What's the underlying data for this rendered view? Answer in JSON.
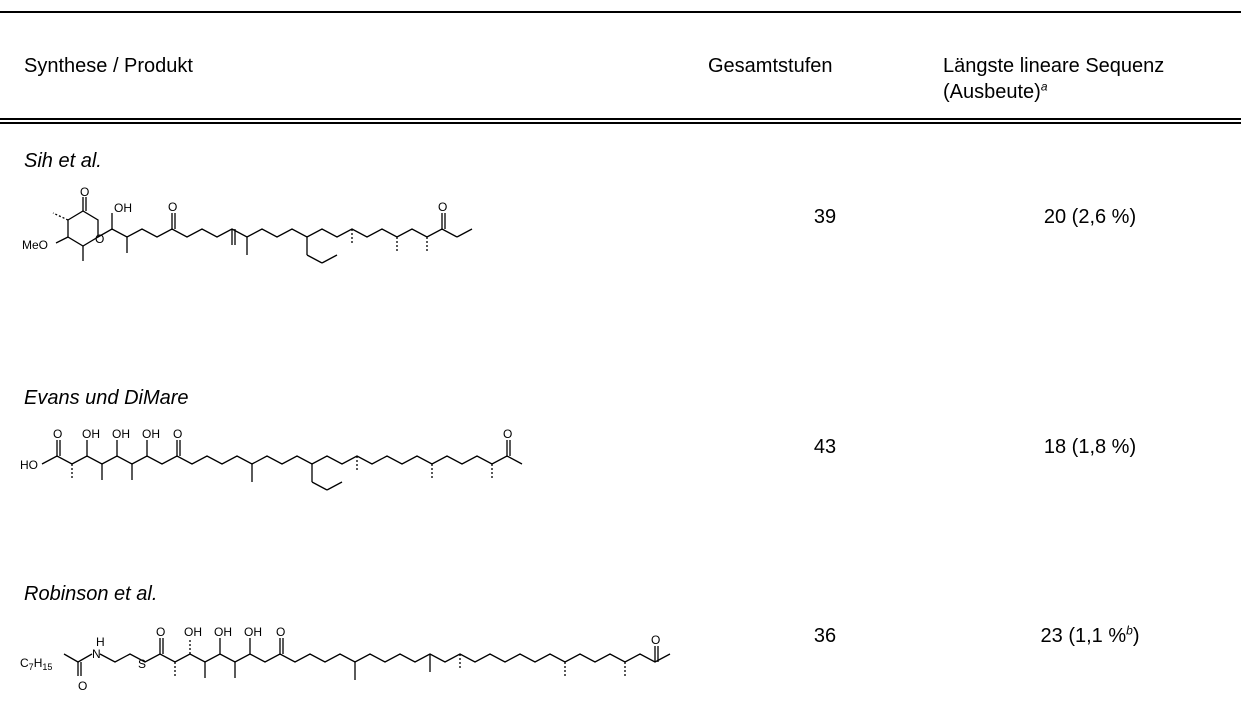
{
  "header": {
    "col1": "Synthese / Produkt",
    "col2": "Gesamtstufen",
    "col3_line1": "Längste lineare Sequenz",
    "col3_line2": "(Ausbeute)",
    "col3_sup": "a"
  },
  "rows": [
    {
      "label": "Sih et al.",
      "steps": "39",
      "sequence": "20 (2,6 %)"
    },
    {
      "label": "Evans und DiMare",
      "steps": "43",
      "sequence": "18 (1,8 %)"
    },
    {
      "label": "Robinson et al.",
      "steps": "36",
      "sequence_main": "23 (1,1 %",
      "sequence_sup": "b",
      "sequence_end": ")"
    }
  ],
  "structure_labels": {
    "meo": "MeO",
    "oh": "OH",
    "o": "O",
    "ho": "HO",
    "c7": "C",
    "c7_sub1": "7",
    "h15": "H",
    "h15_sub": "15",
    "n": "N",
    "h": "H",
    "s": "S"
  }
}
